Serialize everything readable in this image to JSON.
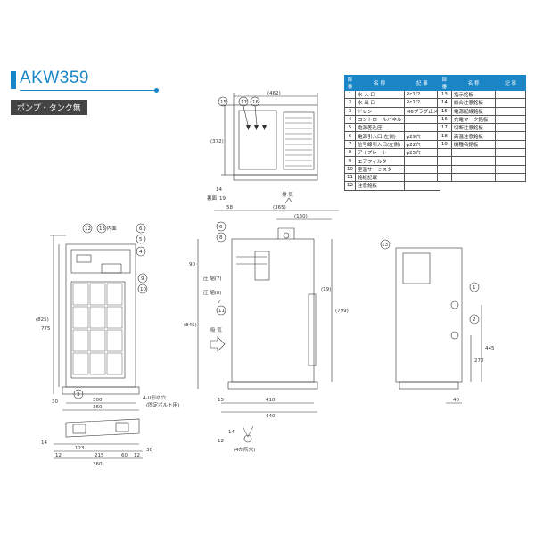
{
  "title": "AKW359",
  "badge": "ポンプ・タンク無",
  "table_headers": [
    "部番",
    "名 称",
    "記 事"
  ],
  "parts_left": [
    {
      "no": "1",
      "name": "水 入 口",
      "note": "Rc1/2"
    },
    {
      "no": "2",
      "name": "水 出 口",
      "note": "Rc1/2"
    },
    {
      "no": "3",
      "name": "ドレン",
      "note": "M6プラグ止メ"
    },
    {
      "no": "4",
      "name": "コントロールパネル",
      "note": ""
    },
    {
      "no": "5",
      "name": "電源差込座",
      "note": ""
    },
    {
      "no": "6",
      "name": "電源引入口(左側)",
      "note": "φ29穴"
    },
    {
      "no": "7",
      "name": "信号線引入口(左側)",
      "note": "φ22穴"
    },
    {
      "no": "8",
      "name": "アイプレート",
      "note": "φ25穴"
    },
    {
      "no": "9",
      "name": "エアフィルタ",
      "note": ""
    },
    {
      "no": "10",
      "name": "室温サーミスタ",
      "note": ""
    },
    {
      "no": "11",
      "name": "銘板記載",
      "note": ""
    },
    {
      "no": "12",
      "name": "注意銘板",
      "note": ""
    }
  ],
  "parts_right": [
    {
      "no": "13",
      "name": "指示銘板",
      "note": ""
    },
    {
      "no": "14",
      "name": "総合注意銘板",
      "note": ""
    },
    {
      "no": "15",
      "name": "電源配線銘板",
      "note": ""
    },
    {
      "no": "16",
      "name": "充電マーク銘板",
      "note": ""
    },
    {
      "no": "17",
      "name": "切断注意銘板",
      "note": ""
    },
    {
      "no": "18",
      "name": "高温注意銘板",
      "note": ""
    },
    {
      "no": "19",
      "name": "機種名銘板",
      "note": ""
    }
  ],
  "top_view": {
    "dims": [
      "(462)",
      "(372)",
      "14",
      "19"
    ],
    "labels": [
      "裏面"
    ],
    "callouts": [
      "15",
      "17",
      "16"
    ]
  },
  "front_view": {
    "dims": [
      "(825)",
      "775",
      "30",
      "300",
      "360",
      "4-U形ゆ穴",
      "(固定ボルト用)"
    ],
    "labels": [
      "12",
      "13 内面",
      "6",
      "5",
      "4",
      "9",
      "10",
      "3"
    ]
  },
  "side_view": {
    "dims": [
      "58",
      "(365)",
      "(160)",
      "90",
      "(845)",
      "(799)",
      "(19)",
      "15",
      "410",
      "440"
    ],
    "labels": [
      "排 気",
      "吸 気",
      "圧 縮(7)",
      "圧 縮(8)"
    ],
    "callouts": [
      "6",
      "8",
      "7",
      "11"
    ]
  },
  "right_view": {
    "dims": [
      "445",
      "270",
      "40"
    ],
    "callouts": [
      "13",
      "1",
      "2"
    ]
  },
  "bottom_view": {
    "dims": [
      "14",
      "12",
      "123",
      "215",
      "60",
      "360",
      "12",
      "30",
      "14",
      "12",
      "(4か所穴)"
    ]
  }
}
